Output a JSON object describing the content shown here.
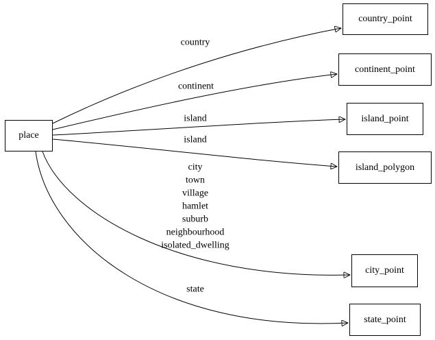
{
  "diagram": {
    "type": "directed-graph",
    "line_color": "#000000",
    "background_color": "#ffffff",
    "nodes": [
      {
        "id": "place",
        "label": "place"
      },
      {
        "id": "country_point",
        "label": "country_point"
      },
      {
        "id": "continent_point",
        "label": "continent_point"
      },
      {
        "id": "island_point",
        "label": "island_point"
      },
      {
        "id": "island_polygon",
        "label": "island_polygon"
      },
      {
        "id": "city_point",
        "label": "city_point"
      },
      {
        "id": "state_point",
        "label": "state_point"
      }
    ],
    "edges": [
      {
        "from": "place",
        "to": "country_point",
        "label": "country"
      },
      {
        "from": "place",
        "to": "continent_point",
        "label": "continent"
      },
      {
        "from": "place",
        "to": "island_point",
        "label": "island"
      },
      {
        "from": "place",
        "to": "island_polygon",
        "label": "island"
      },
      {
        "from": "place",
        "to": "city_point",
        "label": "city\ntown\nvillage\nhamlet\nsuburb\nneighbourhood\nisolated_dwelling"
      },
      {
        "from": "place",
        "to": "state_point",
        "label": "state"
      }
    ]
  }
}
